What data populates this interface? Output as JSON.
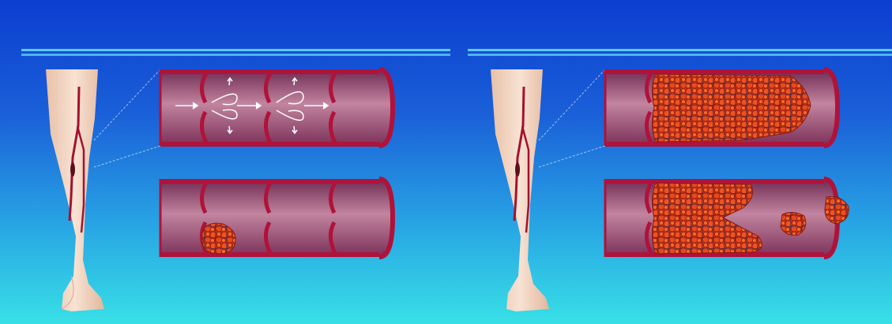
{
  "scene": {
    "panels": [
      {
        "id": "left",
        "state": "normal-and-early-clot"
      },
      {
        "id": "right",
        "state": "occlusive-and-embolizing-clot"
      }
    ],
    "colors": {
      "background_top": "#0b3ecf",
      "background_bottom": "#38e0e6",
      "vessel_wall": "#b0123a",
      "vessel_lumen": "#9a4a70",
      "skin": "#f4d7c2",
      "clot": "#e8441c",
      "rule": "#5fc8f2"
    },
    "icons": [
      "leg-illustration",
      "vein-cross-section",
      "valve",
      "flow-arrow",
      "blood-clot"
    ]
  }
}
